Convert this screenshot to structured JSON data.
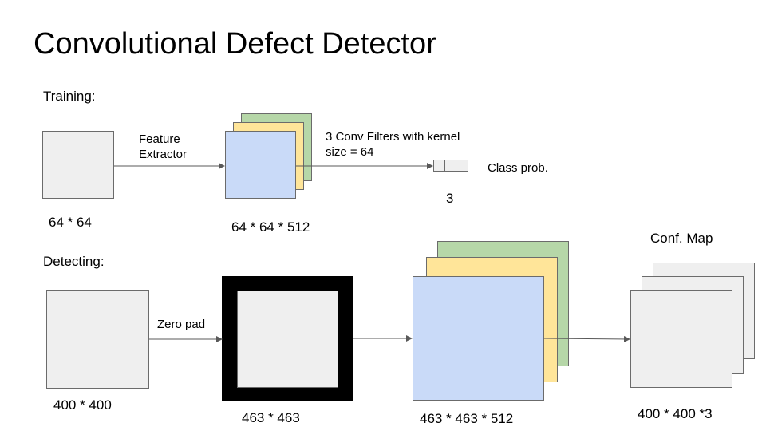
{
  "title": "Convolutional Defect Detector",
  "training": {
    "label": "Training:",
    "input_dim": "64 * 64",
    "arrow1_label_line1": "Feature",
    "arrow1_label_line2": "Extractor",
    "features_dim": "64 * 64 * 512",
    "arrow2_label_line1": "3 Conv Filters with kernel",
    "arrow2_label_line2": "size = 64",
    "output_label": "Class prob.",
    "output_dim": "3"
  },
  "detecting": {
    "label": "Detecting:",
    "input_dim": "400 * 400",
    "arrow1_label": "Zero pad",
    "padded_dim": "463 * 463",
    "features_dim": "463 * 463 * 512",
    "output_title": "Conf. Map",
    "output_dim": "400 * 400 *3"
  },
  "colors": {
    "blue": "#c9daf8",
    "yellow": "#ffe599",
    "green": "#b6d7a8",
    "gray": "#efefef",
    "border": "#6b6b6b",
    "arrow": "#595959"
  }
}
